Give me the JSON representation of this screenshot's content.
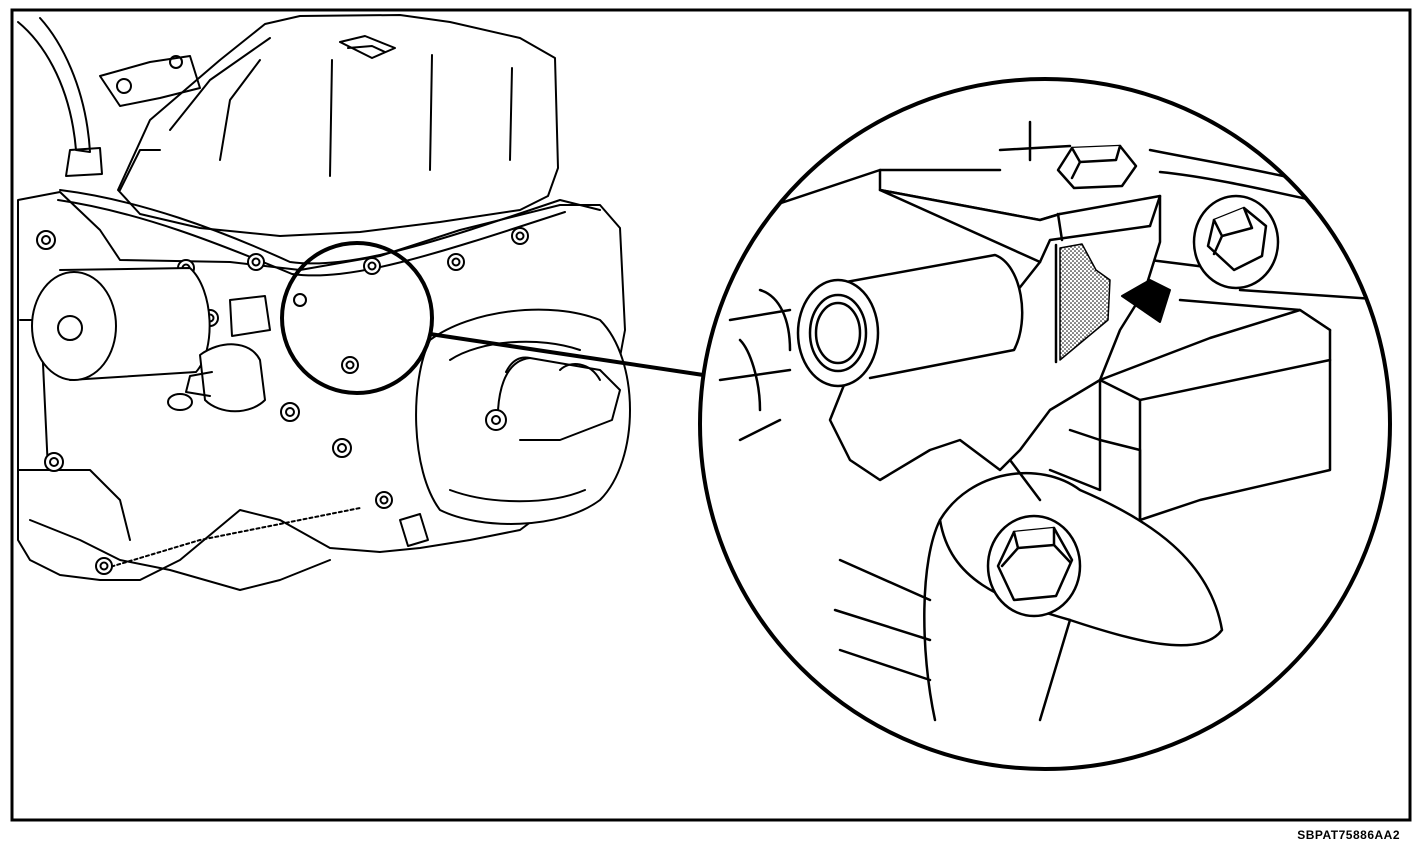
{
  "figure": {
    "id_code": "SBPAT75886AA2",
    "colors": {
      "line": "#000000",
      "background": "#ffffff",
      "highlight_dots": "#000000"
    }
  },
  "overview": {
    "component": "transmission-assembly",
    "detail_marker": "circle"
  },
  "detail_view": {
    "pointer": "arrow-icon",
    "highlight_pattern": "stipple"
  }
}
